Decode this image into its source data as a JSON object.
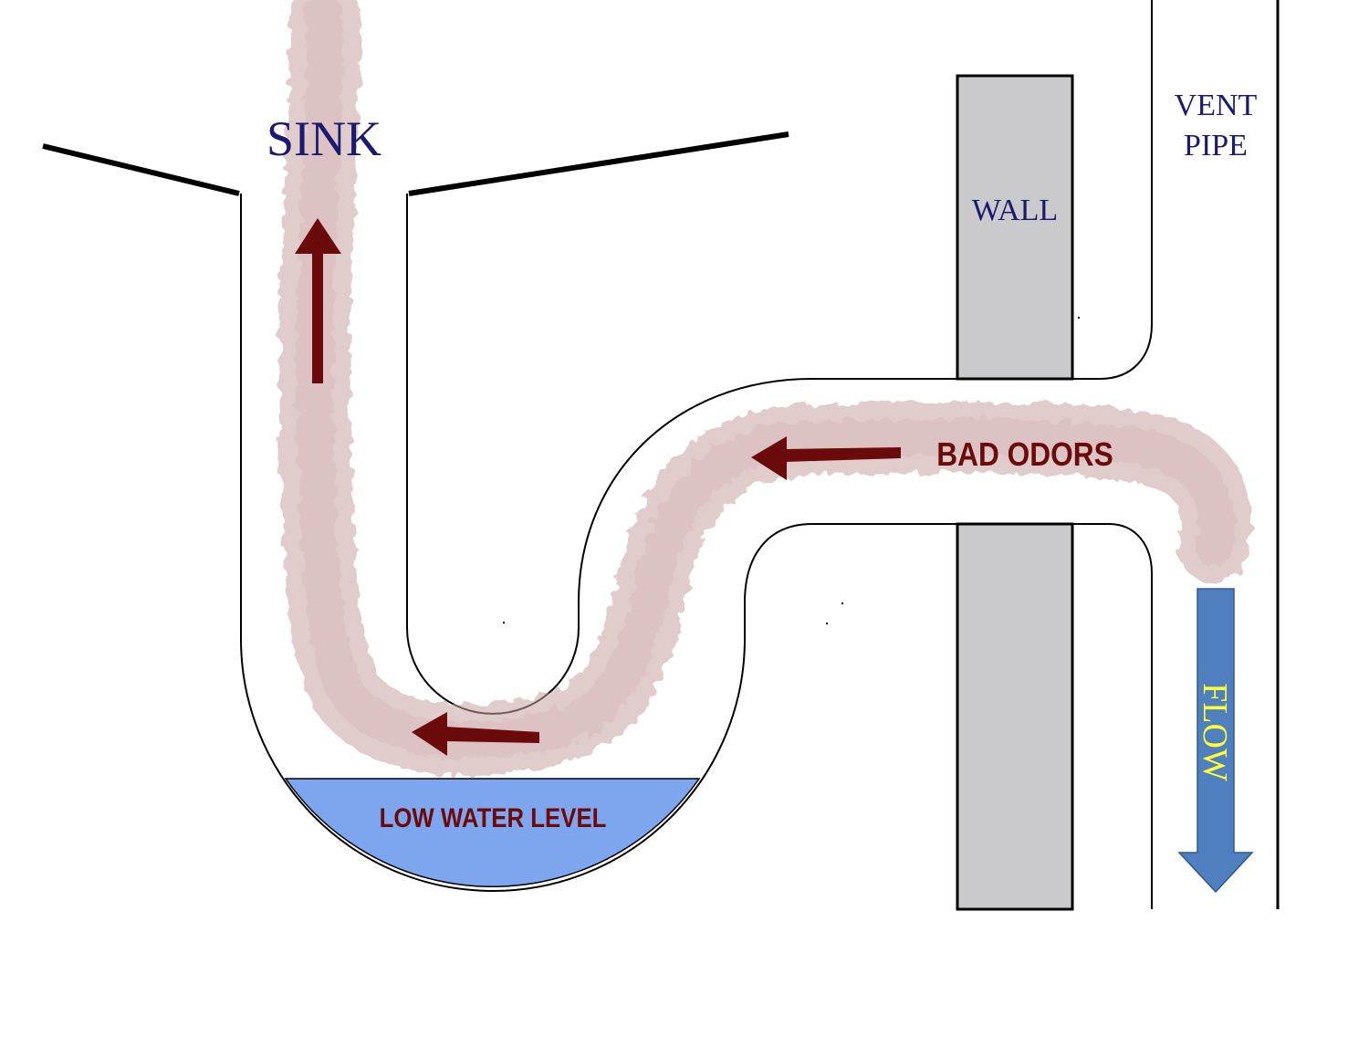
{
  "labels": {
    "sink": "SINK",
    "wall": "WALL",
    "vent_line1": "VENT",
    "vent_line2": "PIPE",
    "bad_odors": "BAD ODORS",
    "low_water": "LOW WATER LEVEL",
    "flow": "FLOW"
  },
  "colors": {
    "label_blue": "#1a1a6e",
    "odor_red": "#6b0a0a",
    "odor_haze": "#c9a3a3",
    "water": "#7ea6ee",
    "wall_fill": "#cacacc",
    "flow_arrow": "#4f7fbf",
    "flow_text": "#ffff33",
    "pipe_stroke": "#000000"
  },
  "icons": {
    "odor_arrows": "arrow-left-icon",
    "sink_arrow": "arrow-up-icon",
    "flow_arrow": "arrow-down-icon"
  }
}
